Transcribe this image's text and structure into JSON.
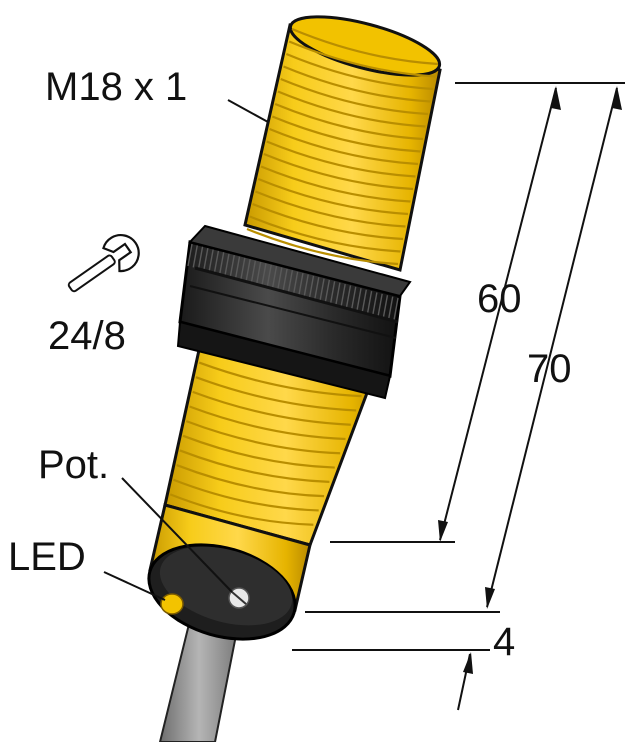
{
  "labels": {
    "thread": "M18 x 1",
    "wrench_size": "24/8",
    "pot": "Pot.",
    "led": "LED",
    "dim_60": "60",
    "dim_70": "70",
    "dim_4": "4"
  },
  "icons": [
    "wrench-icon"
  ],
  "colors": {
    "housing_yellow": "#F5C400",
    "thread_line": "#B98E00",
    "nut_black": "#2A2A2A",
    "cap_black": "#1E1E1E",
    "led_yellow": "#F3C300",
    "cable_gray": "#9A9A9A",
    "line": "#111111"
  }
}
